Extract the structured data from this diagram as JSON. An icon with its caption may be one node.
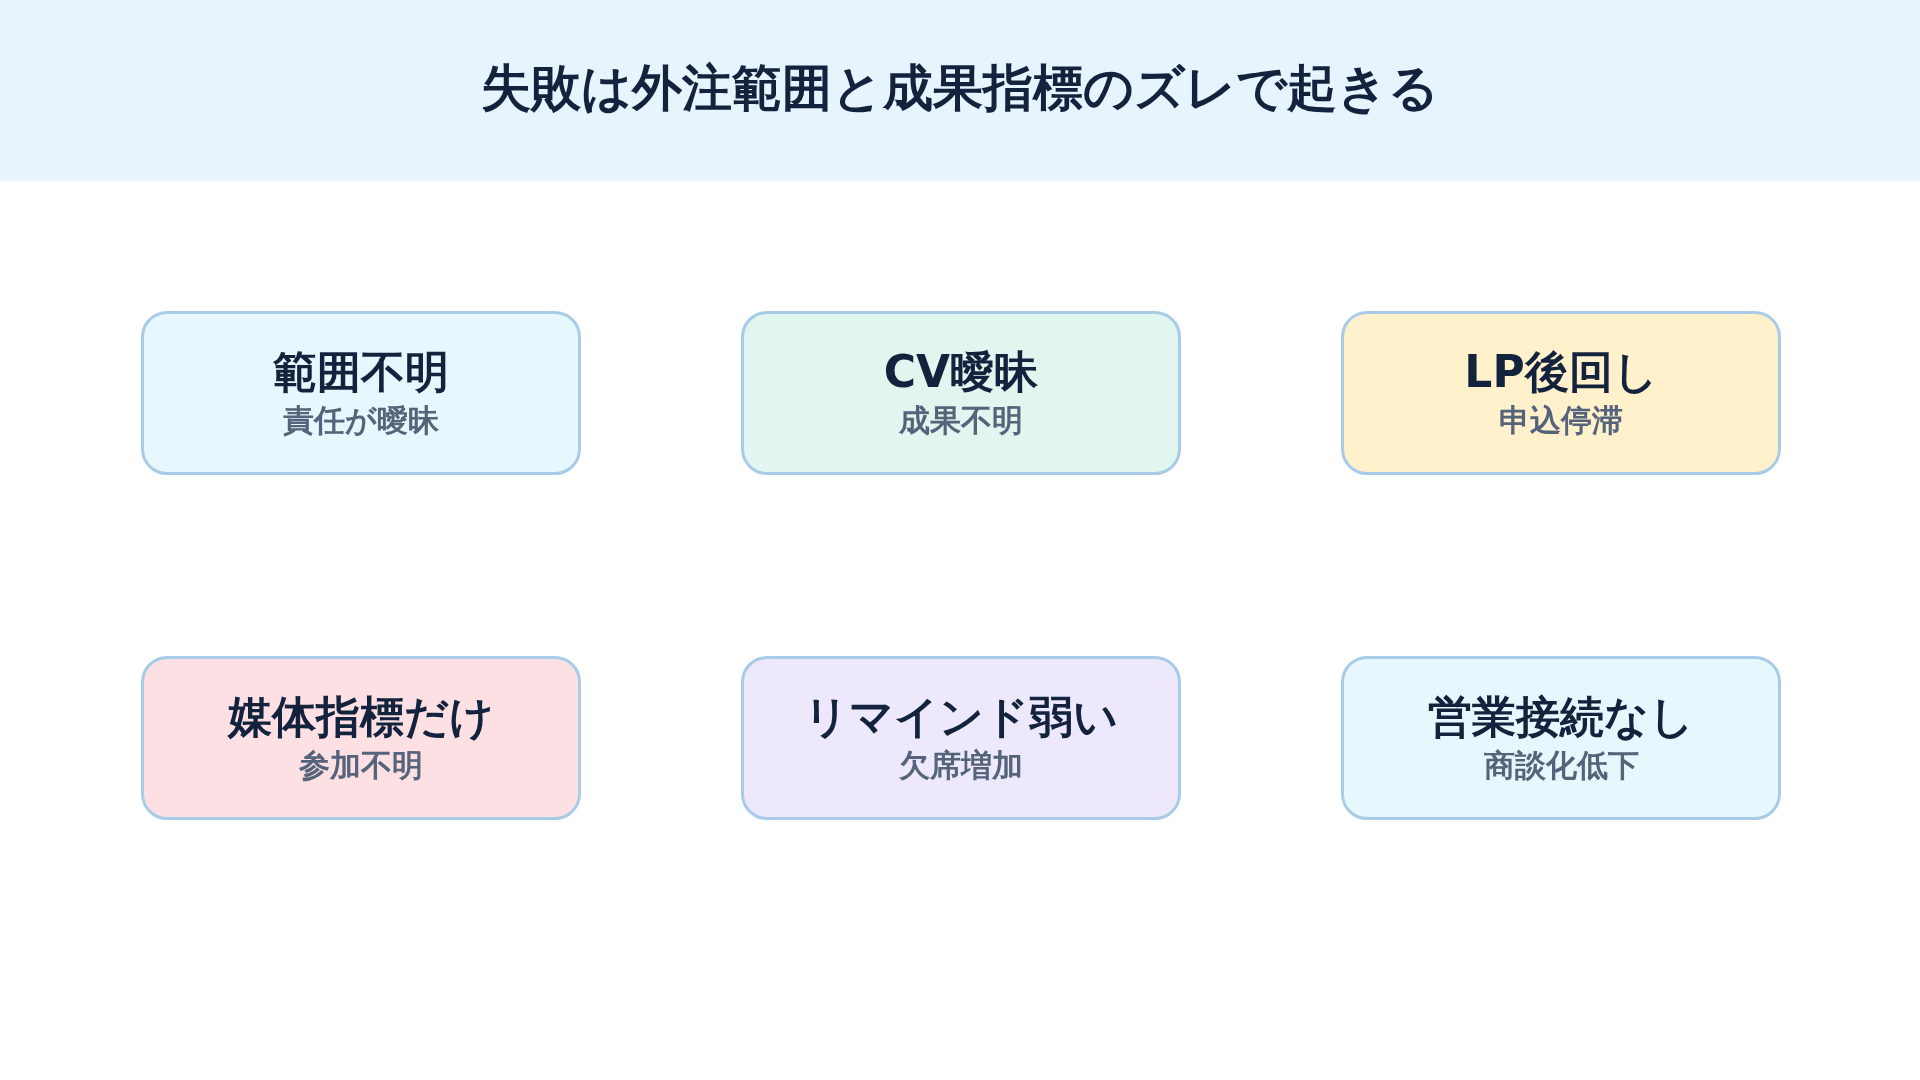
{
  "diagram": {
    "title": "失敗は外注範囲と成果指標のズレで起きる",
    "nodes": [
      {
        "text": [
          "範囲不明",
          "責任が曖昧"
        ]
      },
      {
        "text": [
          "CV曖昧",
          "成果不明"
        ]
      },
      {
        "text": [
          "LP後回し",
          "申込停滞"
        ]
      },
      {
        "text": [
          "媒体指標だけ",
          "参加不明"
        ]
      },
      {
        "text": [
          "リマインド弱い",
          "欠席増加"
        ]
      },
      {
        "text": [
          "営業接続なし",
          "商談化低下"
        ]
      }
    ]
  }
}
